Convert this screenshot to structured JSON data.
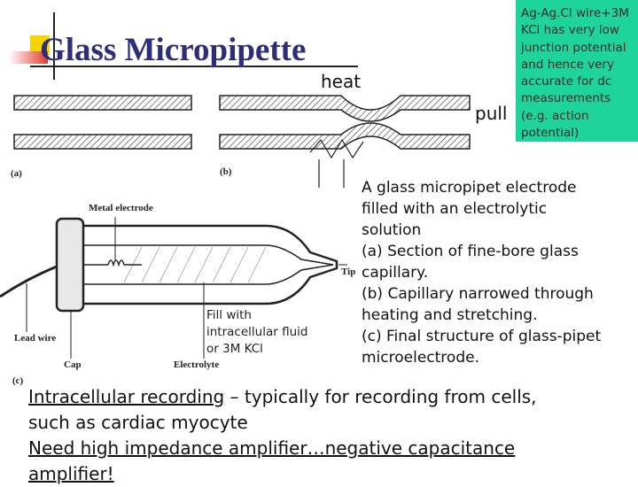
{
  "slide": {
    "title": "Glass Micropipette",
    "heat_label": "heat",
    "pull_label": "pull",
    "note_lines": [
      "Ag-Ag.Cl wire+3M",
      "KCl has very low",
      "junction potential",
      "and hence very",
      "accurate for dc",
      "measurements",
      "(e.g. action",
      "potential)"
    ],
    "description_lines": [
      "A glass micropipet electrode",
      "filled with an electrolytic",
      "solution",
      "(a) Section of fine-bore glass",
      "capillary.",
      "(b) Capillary narrowed through",
      "heating and stretching.",
      "(c) Final structure of glass-pipet",
      "microelectrode."
    ],
    "fill_lines": [
      "Fill with",
      "intracellular fluid",
      "or 3M KCl"
    ],
    "bottom": {
      "line1_underlined": "Intracellular recording",
      "line1_rest": " – typically for recording from cells,",
      "line2": "such as cardiac myocyte",
      "line3": "Need high impedance amplifier…negative capacitance",
      "line4": "amplifier!"
    },
    "colors": {
      "title": "#2d2d7a",
      "note_bg": "#1fd49a",
      "accent_red": "#e23a2e",
      "accent_yellow": "#f5d400"
    }
  },
  "figure": {
    "label_a": "(a)",
    "label_b": "(b)",
    "label_c": "(c)",
    "metal_electrode": "Metal electrode",
    "tip": "Tip",
    "lead_wire": "Lead wire",
    "cap": "Cap",
    "electrolyte": "Electrolyte"
  }
}
